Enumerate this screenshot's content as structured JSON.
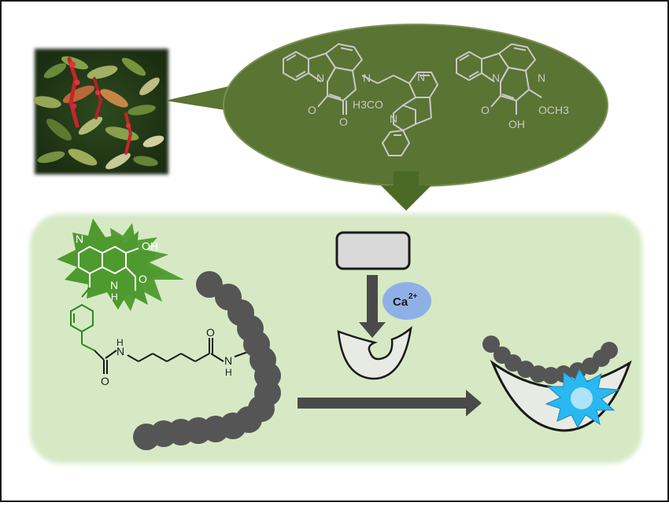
{
  "colors": {
    "border": "#1a1a1a",
    "ellipse_fill": "#5a7433",
    "ellipse_stroke": "#7b9153",
    "structure_line": "#c9c9c9",
    "bottom_panel": "#d6e9c4",
    "flow_arrow": "#4a6a26",
    "chain_bead": "#555555",
    "probe_green_burst": "#4e9a2e",
    "probe_green_line": "#2a8a1e",
    "ca_badge": "#8fb0e6",
    "signal_burst": "#29b8f0",
    "signal_core": "#aee3fa",
    "pocket_fill": "#e8ebe4"
  },
  "top_molecules": {
    "heteroatoms": {
      "n": "N",
      "o": "O",
      "oh": "OH",
      "h3co": "H3CO",
      "och3": "OCH3"
    }
  },
  "probe": {
    "burst_labels": {
      "n": "N",
      "oh": "OH",
      "o": "O",
      "nh": "N",
      "nh_h": "H"
    },
    "linker_labels": {
      "o_left": "O",
      "n_left": "N",
      "h_left": "H",
      "o_right": "O",
      "n_right": "N",
      "h_right": "H"
    }
  },
  "calcium_badge": {
    "symbol": "Ca",
    "charge": "2+"
  }
}
